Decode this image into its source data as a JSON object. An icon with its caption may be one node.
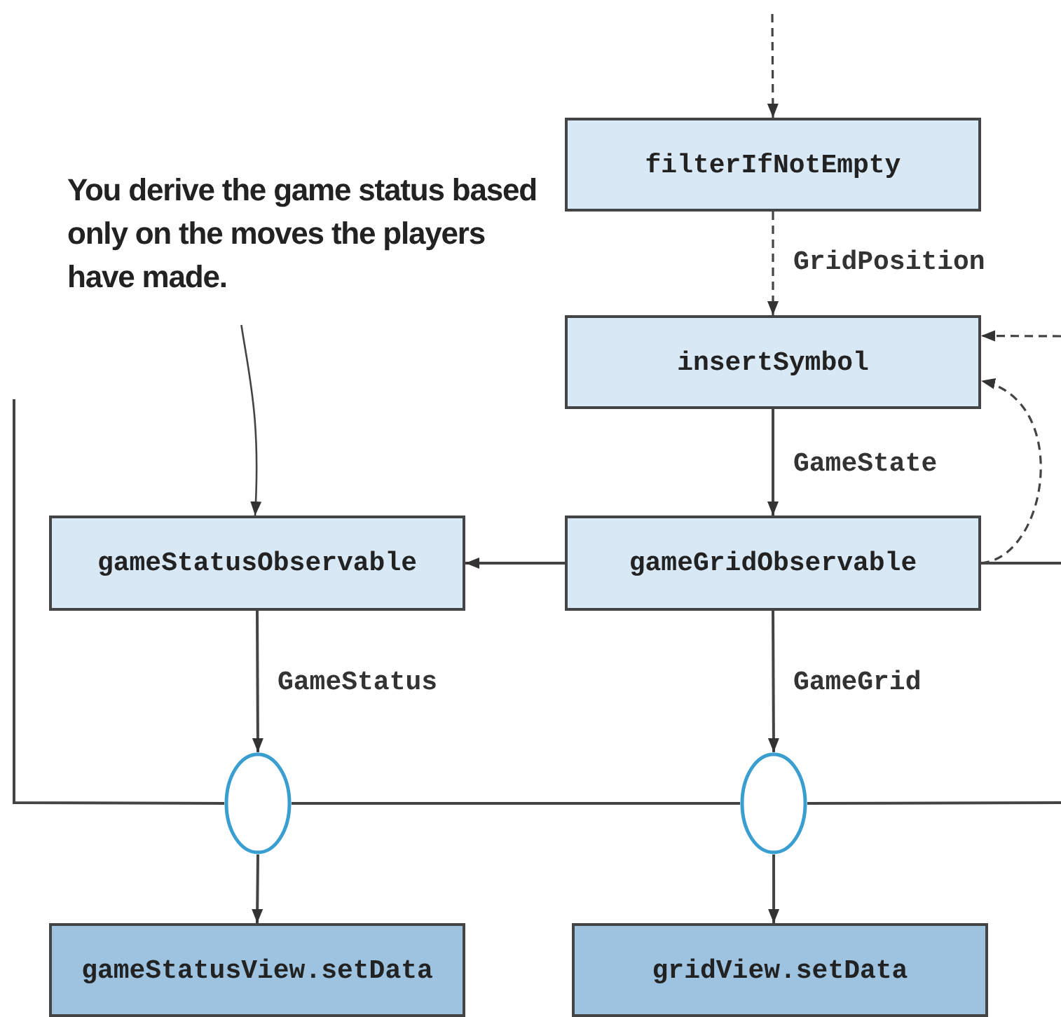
{
  "diagram": {
    "nodes": [
      {
        "text": [
          "You derive the game status based only on the moves the players have made."
        ]
      },
      {
        "text": [
          "filterIfNotEmpty"
        ]
      },
      {
        "text": [
          "insertSymbol"
        ]
      },
      {
        "text": [
          "gameStatusObservable"
        ]
      },
      {
        "text": [
          "gameGridObservable"
        ]
      },
      {
        "text": [],
        "shape": "circle"
      },
      {
        "text": [],
        "shape": "circle"
      },
      {
        "text": [
          "gameStatusView.setData"
        ]
      },
      {
        "text": [
          "gridView.setData"
        ]
      }
    ],
    "edges": [
      {
        "from": null,
        "to": 1,
        "arrow": "to",
        "style": "dashed"
      },
      {
        "from": 1,
        "to": 2,
        "arrow": "to",
        "style": "dashed",
        "label": "GridPosition"
      },
      {
        "from": null,
        "to": 2,
        "arrow": "to",
        "style": "dashed"
      },
      {
        "from": 4,
        "to": 2,
        "arrow": "to",
        "style": "dashed"
      },
      {
        "from": 2,
        "to": 4,
        "arrow": "to",
        "label": "GameState"
      },
      {
        "from": 4,
        "to": 3,
        "arrow": "to"
      },
      {
        "from": 3,
        "to": 5,
        "arrow": "to",
        "label": "GameStatus"
      },
      {
        "from": 4,
        "to": 6,
        "arrow": "to",
        "label": "GameGrid"
      },
      {
        "from": 5,
        "to": 7,
        "arrow": "to"
      },
      {
        "from": 6,
        "to": 8,
        "arrow": "to"
      },
      {
        "from": 0,
        "to": 3,
        "arrow": "to"
      },
      {
        "from": null,
        "to": 5,
        "arrow": "none"
      },
      {
        "from": 5,
        "to": 6,
        "arrow": "none"
      },
      {
        "from": 6,
        "to": null,
        "arrow": "none"
      },
      {
        "from": 4,
        "to": null,
        "arrow": "none"
      }
    ]
  }
}
